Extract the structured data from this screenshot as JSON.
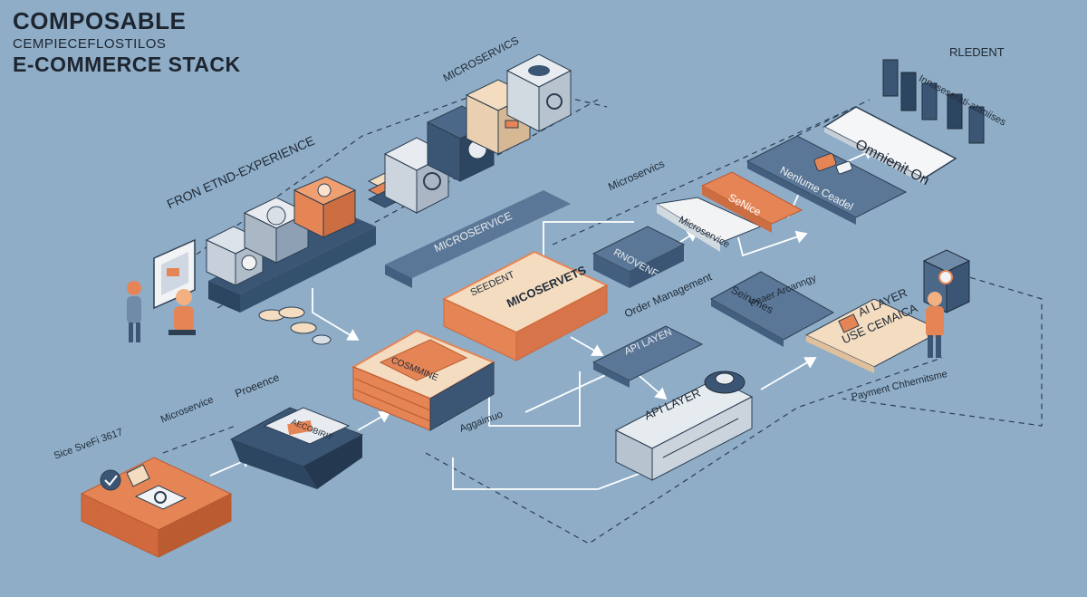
{
  "title": {
    "line1": "COMPOSABLE",
    "line2": "CEMPIECEFLOSTILOS",
    "line3": "E-COMMERCE STACK"
  },
  "labels": {
    "microservics_top": "MICROSERVICS",
    "rledent": "RLEDENT",
    "rledent_sub": "Innaseserati-ataniises",
    "omnienit": "Omnienit On",
    "nenlume": "Nenlume Ceadel",
    "senice": "SeNice",
    "microservics_mid": "Microservics",
    "microservice_small": "Microservice",
    "fron_etnd": "FRON ETND-EXPERIENCE",
    "microservice_band": "MICROSERVICE",
    "rnovenf": "RNOVENF",
    "seedent": "SEEDENT",
    "micoservets": "MICOSERVETS",
    "order_management": "Order Management",
    "api_layen": "API LAYEN",
    "seirumes": "Seirumes",
    "peaer_arcanngy": "Peaer Arcanngy",
    "ai_layer": "AI LAYER",
    "use_cemaica": "USE CEMAICA",
    "cosmmine": "COSMMINE",
    "aggaimuo": "Aggaimuo",
    "api_layer": "API LAYER",
    "payment": "Payment Chhernitsme",
    "proeence": "Proeence",
    "microservice_low": "Microservice",
    "aecobirit": "AECOBIRIT",
    "sice_svefi": "Sice SveFi 3617"
  },
  "colors": {
    "background": "#8fadc7",
    "navy": "#3b5675",
    "orange": "#e58556",
    "cream": "#f3dcc0",
    "steel": "#6f8ba8",
    "ink": "#1f2a36"
  }
}
